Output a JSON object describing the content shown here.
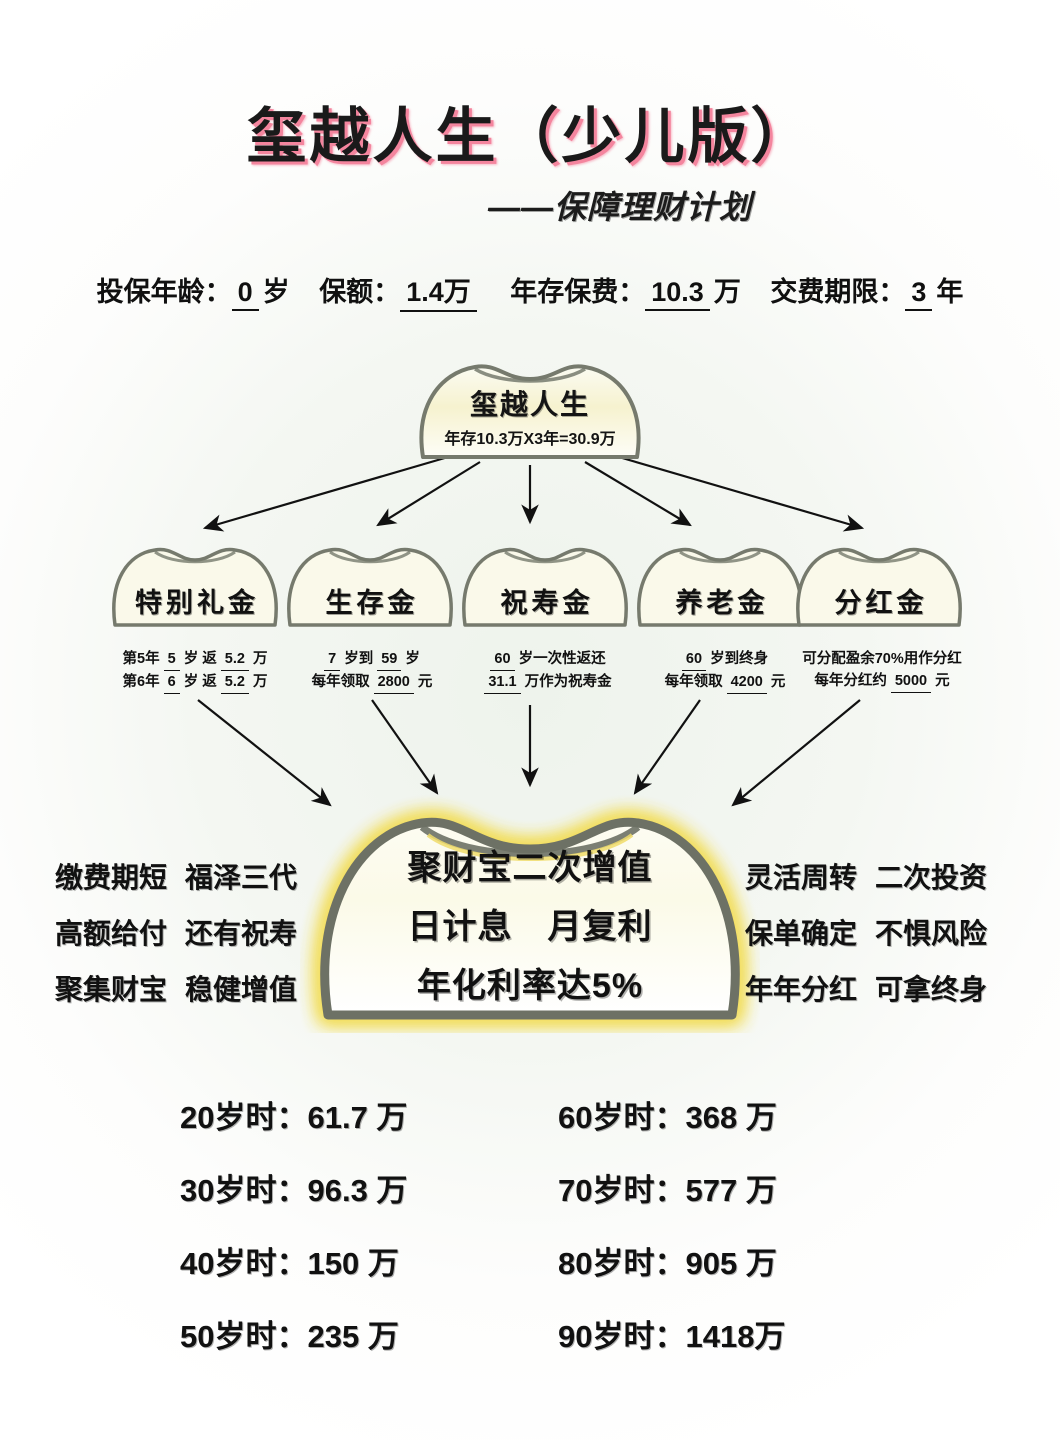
{
  "header": {
    "main_title": "玺越人生（少儿版）",
    "subtitle": "——保障理财计划"
  },
  "params": [
    {
      "label": "投保年龄：",
      "value": "0",
      "unit": "岁"
    },
    {
      "label": "保额：",
      "value": "1.4万",
      "unit": ""
    },
    {
      "label": "年存保费：",
      "value": "10.3",
      "unit": "万"
    },
    {
      "label": "交费期限：",
      "value": "3",
      "unit": "年"
    }
  ],
  "top_ingot": {
    "title": "玺越人生",
    "formula": "年存10.3万X3年=30.9万"
  },
  "benefit_ingots": [
    {
      "name": "特别礼金",
      "note_line1": [
        "第5年 ",
        "5",
        " 岁 返 ",
        "5.2",
        " 万"
      ],
      "note_line2": [
        "第6年 ",
        "6",
        " 岁 返 ",
        "5.2",
        " 万"
      ]
    },
    {
      "name": "生存金",
      "note_line1": [
        "",
        "7",
        " 岁到 ",
        "59",
        " 岁"
      ],
      "note_line2": [
        "每年领取 ",
        "2800",
        " 元",
        "",
        ""
      ]
    },
    {
      "name": "祝寿金",
      "note_line1": [
        "",
        "60",
        " 岁一次性返还",
        "",
        ""
      ],
      "note_line2": [
        "",
        "31.1",
        " 万作为祝寿金",
        "",
        ""
      ]
    },
    {
      "name": "养老金",
      "note_line1": [
        "",
        "60",
        " 岁到终身",
        "",
        ""
      ],
      "note_line2": [
        "每年领取 ",
        "4200",
        " 元",
        "",
        ""
      ]
    },
    {
      "name": "分红金",
      "note_line1": [
        "可分配盈余70%用作分红",
        "",
        "",
        "",
        ""
      ],
      "note_line2": [
        "每年分红约 ",
        "5000",
        " 元",
        "",
        ""
      ]
    }
  ],
  "center_ingot": {
    "line1": "聚财宝二次增值",
    "line2": "日计息　月复利",
    "line3": "年化利率达5%"
  },
  "benefits_left": [
    {
      "a": "缴费期短",
      "b": "福泽三代"
    },
    {
      "a": "高额给付",
      "b": "还有祝寿"
    },
    {
      "a": "聚集财宝",
      "b": "稳健增值"
    }
  ],
  "benefits_right": [
    {
      "a": "灵活周转",
      "b": "二次投资"
    },
    {
      "a": "保单确定",
      "b": "不惧风险"
    },
    {
      "a": "年年分红",
      "b": "可拿终身"
    }
  ],
  "value_table": [
    {
      "left": "20岁时：61.7 万",
      "right": "60岁时：368  万"
    },
    {
      "left": "30岁时：96.3 万",
      "right": "70岁时：577  万"
    },
    {
      "left": "40岁时：150  万",
      "right": "80岁时：905  万"
    },
    {
      "left": "50岁时：235  万",
      "right": "90岁时：1418万"
    }
  ],
  "colors": {
    "title_shadow_pink": "#f4859e",
    "ingot_fill": "#f7f6e4",
    "ingot_border": "#6f7367",
    "ingot_glow_yellow": "#f3e06a",
    "background": "#f2f6ef"
  }
}
